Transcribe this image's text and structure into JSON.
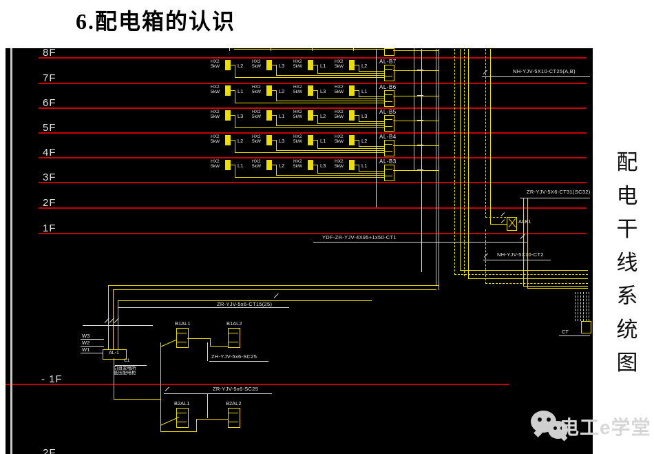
{
  "title": "6.配电箱的认识",
  "side_caption": [
    "配",
    "电",
    "干",
    "线",
    "系",
    "统",
    "图"
  ],
  "floors": [
    "8F",
    "7F",
    "6F",
    "5F",
    "4F",
    "3F",
    "2F",
    "1F",
    "- 1F",
    "2F"
  ],
  "unit_name": "HX2",
  "unit_power": "5kW",
  "rows": [
    {
      "panel": "AL-B7",
      "phases": [
        "L2",
        "L3",
        "L1",
        "L2"
      ]
    },
    {
      "panel": "AL-B6",
      "phases": [
        "L1",
        "L2",
        "L3",
        "L1"
      ]
    },
    {
      "panel": "AL-B5",
      "phases": [
        "L3",
        "L1",
        "L2",
        "L3"
      ]
    },
    {
      "panel": "AL-B4",
      "phases": [
        "L2",
        "L3",
        "L1",
        "L2"
      ]
    },
    {
      "panel": "AL-B3",
      "phases": [
        "L1",
        "L2",
        "L3",
        "L1"
      ]
    }
  ],
  "cable_labels": {
    "riser_ab": "NH-YJV-5X10-CT25(A,B)",
    "riser_c": "ZR-YJV-5X6-CT31(SC32)",
    "main_feeder": "YDF-ZR-YJV-4X95+1x50-CT1",
    "riser_e": "NH-YJV-5X10-CT2",
    "branch_ct15": "ZR-YJV-5x6-CT15(25)",
    "branch_b1": "ZH-YJV-5x6-SC25",
    "branch_b2": "ZR-YJV-5x6-SC25"
  },
  "equipment": {
    "ale1": "ALE1",
    "al1": "AL-1",
    "b1al1": "B1AL1",
    "b1al2": "B1AL2",
    "b2al1": "B2AL1",
    "b2al2": "B2AL2",
    "ct": "CT",
    "c1": "C1",
    "c1_note": [
      "引自变电所",
      "低压配电柜"
    ],
    "wire_tags": [
      "W3",
      "W2",
      "W1"
    ]
  },
  "watermark": {
    "text": "电工e学堂"
  },
  "colors": {
    "bg_black": "#000000",
    "line_yellow": "#ecdf00",
    "floor_red": "#c80000",
    "leader_white": "#e0e0e0"
  }
}
